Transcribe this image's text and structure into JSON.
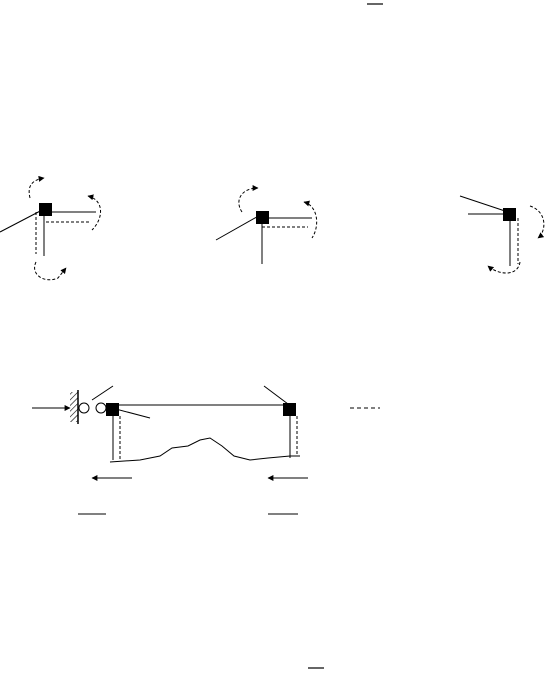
{
  "diagram": {
    "colors": {
      "ink": "#000000",
      "background": "#ffffff"
    },
    "parts": [
      "top-rule",
      "joint-left-figure",
      "joint-middle-figure",
      "joint-right-figure",
      "frame-on-ground-figure",
      "bottom-rule"
    ]
  }
}
